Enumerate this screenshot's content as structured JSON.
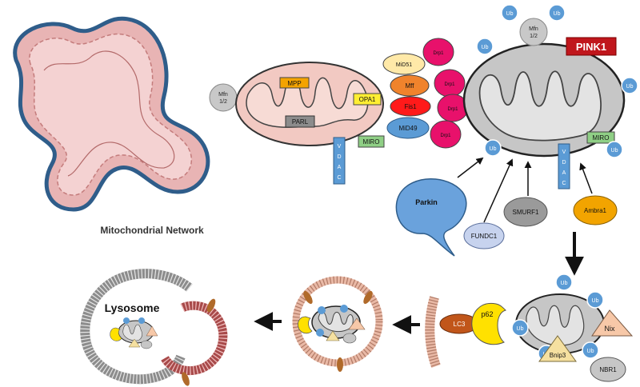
{
  "network": {
    "label": "Mitochondrial Network"
  },
  "healthy_mito": {
    "mfn": [
      "Mfn",
      "1/2"
    ],
    "mpp": "MPP",
    "opa1": "OPA1",
    "parl": "PARL",
    "miro": "MIRO",
    "vdac": [
      "V",
      "D",
      "A",
      "C"
    ]
  },
  "fission": {
    "mids1": "MiD51",
    "mff": "Mff",
    "fis1": "Fis1",
    "mid49": "MiD49",
    "drp1": "Drp1"
  },
  "damaged_mito": {
    "pink1": "PINK1",
    "mfn": [
      "Mfn",
      "1/2"
    ],
    "ub": "Ub",
    "miro": "MIRO",
    "vdac": [
      "V",
      "D",
      "A",
      "C"
    ]
  },
  "ligases": {
    "parkin": "Parkin",
    "fundc1": "FUNDC1",
    "smurf1": "SMURF1",
    "ambra1": "Ambra1"
  },
  "receptors": {
    "lc3": "LC3",
    "p62": "p62",
    "nix": "Nix",
    "bnip3": "Bnip3",
    "nbr1": "NBR1"
  },
  "lysosome": {
    "label": "Lysosome"
  }
}
